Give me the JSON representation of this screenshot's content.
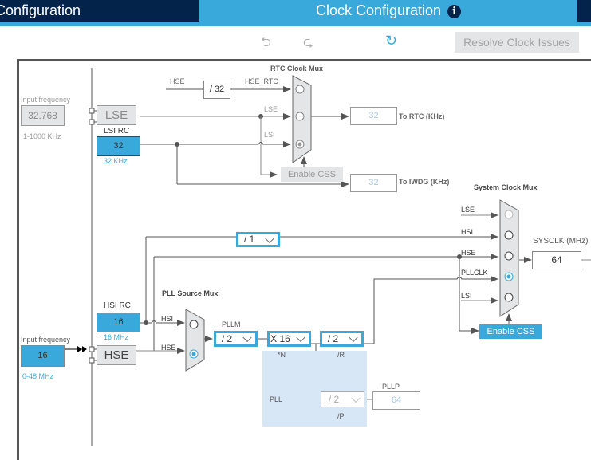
{
  "tabs": {
    "left_label": "Configuration",
    "active_label": "Clock Configuration",
    "info_icon": "i"
  },
  "toolbar": {
    "undo_icon": "⮌",
    "redo_icon": "⮎",
    "refresh_icon": "↻",
    "resolve_label": "Resolve Clock Issues"
  },
  "lse": {
    "input_label": "Input frequency",
    "input_value": "32.768",
    "range": "1-1000 KHz",
    "source_label": "LSE"
  },
  "lsi": {
    "title": "LSI RC",
    "value": "32",
    "unit": "32 KHz"
  },
  "rtc": {
    "mux_title": "RTC Clock Mux",
    "hse_label": "HSE",
    "hse_div": "/ 32",
    "hse_rtc_label": "HSE_RTC",
    "lse_label": "LSE",
    "lsi_label": "LSI",
    "enable_css": "Enable CSS",
    "rtc_value": "32",
    "rtc_label": "To RTC (KHz)",
    "iwdg_value": "32",
    "iwdg_label": "To IWDG (KHz)",
    "selected": "LSI"
  },
  "sysclk": {
    "mux_title": "System Clock Mux",
    "inputs": [
      "LSE",
      "HSI",
      "HSE",
      "PLLCLK",
      "LSI"
    ],
    "selected": "PLLCLK",
    "hsi_div": "/ 1",
    "label": "SYSCLK (MHz)",
    "value": "64",
    "enable_css": "Enable CSS"
  },
  "hsi": {
    "title": "HSI RC",
    "value": "16",
    "unit": "16 MHz"
  },
  "hse": {
    "input_label": "Input frequency",
    "input_value": "16",
    "range": "0-48 MHz",
    "source_label": "HSE"
  },
  "pll": {
    "source_mux_title": "PLL Source Mux",
    "hsi_label": "HSI",
    "hse_label": "HSE",
    "source_selected": "HSE",
    "pllm_label": "PLLM",
    "pllm_value": "/ 2",
    "n_value": "X 16",
    "n_label": "*N",
    "r_value": "/ 2",
    "r_label": "/R",
    "p_value": "/ 2",
    "p_label": "/P",
    "pll_label": "PLL",
    "pllp_label": "PLLP",
    "pllp_value": "64"
  }
}
